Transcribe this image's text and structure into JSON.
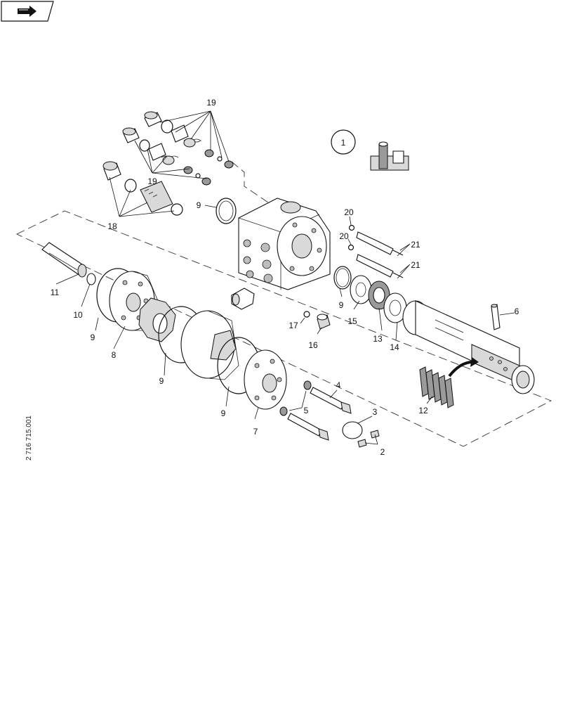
{
  "nav": {
    "icon": "page-navigation-icon"
  },
  "reference_code": "2 716 715.001",
  "detail_marker": "1",
  "callouts": {
    "c2": "2",
    "c3": "3",
    "c4": "4",
    "c5": "5",
    "c6": "6",
    "c7": "7",
    "c8": "8",
    "c9a": "9",
    "c9b": "9",
    "c9c": "9",
    "c9d": "9",
    "c9e": "9",
    "c10": "10",
    "c11": "11",
    "c12": "12",
    "c13": "13",
    "c14": "14",
    "c15": "15",
    "c16": "16",
    "c17": "17",
    "c18": "18",
    "c19a": "19",
    "c19b": "19",
    "c20a": "20",
    "c20b": "20",
    "c21a": "21",
    "c21b": "21"
  },
  "colors": {
    "line": "#111111",
    "shade": "#d9d9d9",
    "dark": "#9a9a9a",
    "background": "#ffffff"
  }
}
